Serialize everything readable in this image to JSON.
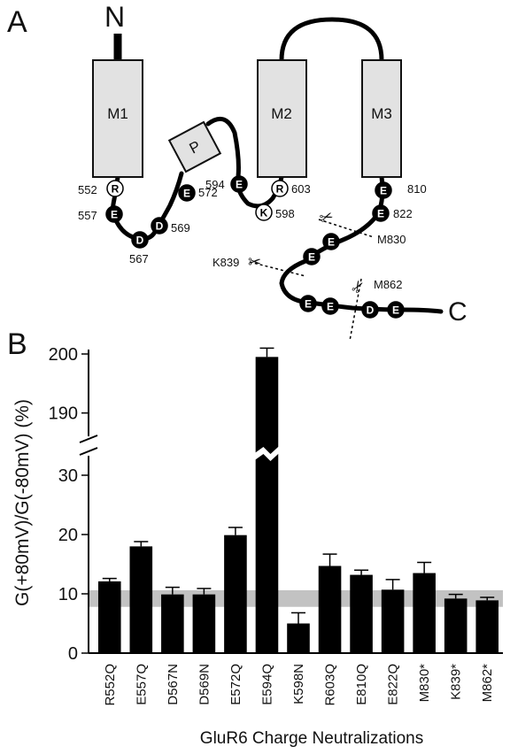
{
  "panel_a": {
    "label": "A",
    "n_terminus": "N",
    "c_terminus": "C",
    "segments": {
      "m1": "M1",
      "p": "P",
      "m2": "M2",
      "m3": "M3"
    },
    "residues": [
      {
        "letter": "R",
        "num": "552",
        "charged": false
      },
      {
        "letter": "E",
        "num": "557",
        "charged": true
      },
      {
        "letter": "D",
        "num": "567",
        "charged": true
      },
      {
        "letter": "D",
        "num": "569",
        "charged": true
      },
      {
        "letter": "E",
        "num": "572",
        "charged": true
      },
      {
        "letter": "E",
        "num": "594",
        "charged": true
      },
      {
        "letter": "K",
        "num": "598",
        "charged": false
      },
      {
        "letter": "R",
        "num": "603",
        "charged": false
      },
      {
        "letter": "E",
        "num": "810",
        "charged": true
      },
      {
        "letter": "E",
        "num": "822",
        "charged": true
      },
      {
        "letter": "E",
        "num": "",
        "charged": true
      },
      {
        "letter": "E",
        "num": "",
        "charged": true
      },
      {
        "letter": "E",
        "num": "",
        "charged": true
      },
      {
        "letter": "E",
        "num": "",
        "charged": true
      },
      {
        "letter": "D",
        "num": "",
        "charged": true
      },
      {
        "letter": "E",
        "num": "",
        "charged": true
      }
    ],
    "truncations": [
      "M830",
      "K839",
      "M862"
    ]
  },
  "panel_b_label": "B",
  "chart_data": {
    "type": "bar",
    "categories": [
      "R552Q",
      "E557Q",
      "D567N",
      "D569N",
      "E572Q",
      "E594Q",
      "K598N",
      "R603Q",
      "E810Q",
      "E822Q",
      "M830*",
      "K839*",
      "M862*"
    ],
    "values": [
      12.1,
      18.0,
      9.9,
      9.9,
      19.9,
      199.5,
      5.0,
      14.7,
      13.2,
      10.7,
      13.5,
      9.2,
      8.9
    ],
    "errors": [
      0.5,
      0.8,
      1.2,
      1.0,
      1.3,
      1.5,
      1.8,
      2.0,
      0.8,
      1.7,
      1.8,
      0.7,
      0.5
    ],
    "ylabel": "G(+80mV)/G(-80mV) (%)",
    "xlabel": "GluR6 Charge Neutralizations",
    "ylim_lower": [
      0,
      30
    ],
    "ylim_upper": [
      185,
      200
    ],
    "yticks_lower": [
      0,
      10,
      20,
      30
    ],
    "yticks_upper": [
      190,
      200
    ],
    "axis_break": true,
    "reference_band": [
      7.8,
      10.6
    ]
  }
}
